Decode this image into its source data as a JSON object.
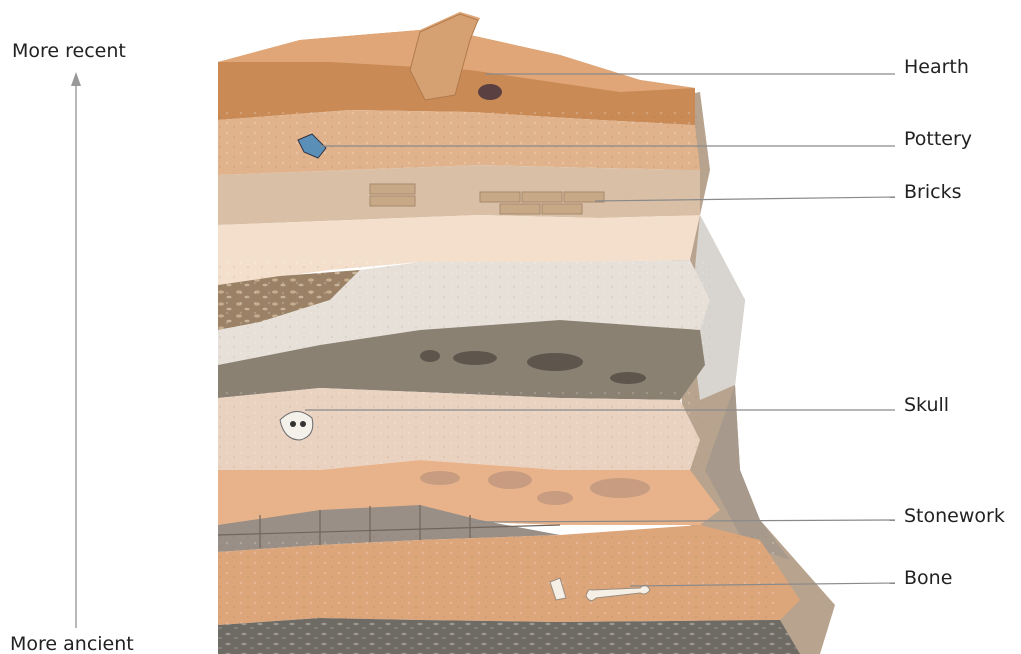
{
  "diagram": {
    "time_axis": {
      "top_label": "More recent",
      "bottom_label": "More ancient",
      "arrow_color": "#999999"
    },
    "callouts": [
      {
        "label": "Hearth"
      },
      {
        "label": "Pottery"
      },
      {
        "label": "Bricks"
      },
      {
        "label": "Skull"
      },
      {
        "label": "Stonework"
      },
      {
        "label": "Bone"
      }
    ],
    "colors": {
      "background": "#ffffff",
      "leader_line": "#8a8a8a",
      "label_text": "#222222"
    }
  }
}
